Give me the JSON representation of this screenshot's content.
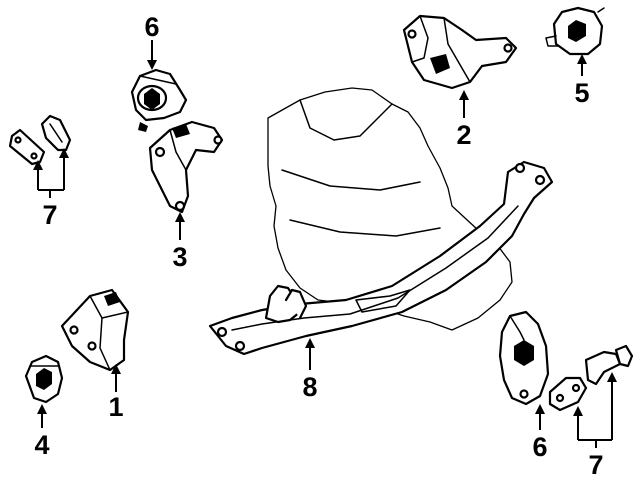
{
  "callouts": {
    "c1": "1",
    "c2": "2",
    "c3": "3",
    "c4": "4",
    "c5": "5",
    "c6a": "6",
    "c6b": "6",
    "c7a": "7",
    "c7b": "7",
    "c8": "8"
  },
  "colors": {
    "ink": "#000000",
    "paper": "#ffffff"
  }
}
